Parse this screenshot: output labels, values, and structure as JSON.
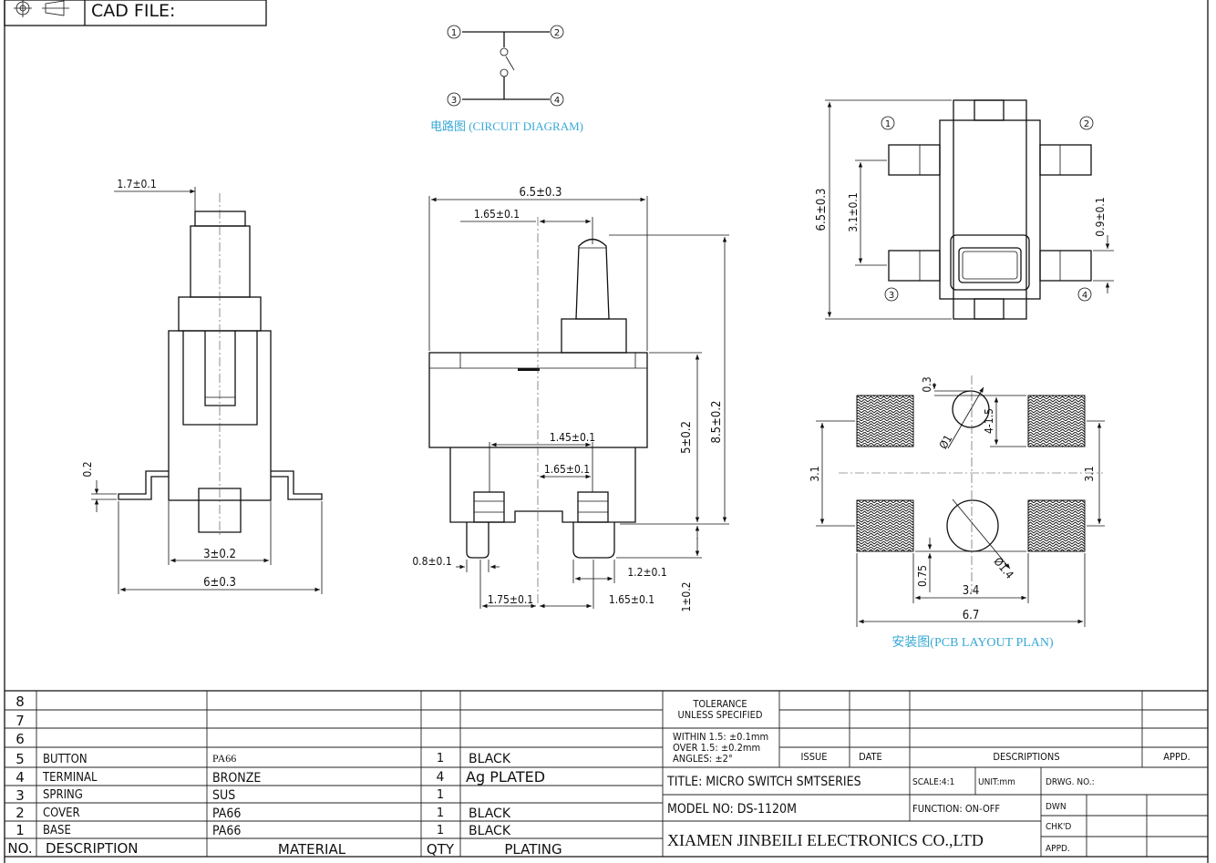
{
  "header": {
    "cad_label": "CAD FILE:"
  },
  "circuit": {
    "caption": "电路图 (CIRCUIT DIAGRAM)",
    "pins": [
      "1",
      "2",
      "3",
      "4"
    ]
  },
  "side_view": {
    "dims": {
      "top": "1.7±0.1",
      "thickness": "0.2",
      "pin_width": "3±0.2",
      "overall_width": "6±0.3"
    }
  },
  "front_view": {
    "dims": {
      "width": "6.5±0.3",
      "offset": "1.65±0.1",
      "body_height": "5±0.2",
      "total_height": "8.5±0.2",
      "pin_spacing_a": "1.45±0.1",
      "pin_spacing_b": "1.65±0.1",
      "pin_width_a": "0.8±0.1",
      "pin_width_b": "1.2±0.1",
      "base_left": "1.75±0.1",
      "base_right": "1.65±0.1",
      "pin_height": "1±0.2"
    }
  },
  "top_view": {
    "pins": [
      "1",
      "2",
      "3",
      "4"
    ],
    "dims": {
      "length": "6.5±0.3",
      "pad_span": "3.1±0.1",
      "pad_width": "0.9±0.1"
    }
  },
  "pcb": {
    "caption": "安装图(PCB LAYOUT PLAN)",
    "dims": {
      "top_gap": "0.3",
      "small_hole": "Ø1",
      "hole_offset": "4-1.5",
      "left_span": "3.1",
      "right_span": "3.1",
      "bottom_gap": "0.75",
      "large_hole": "Ø1.4",
      "inner": "3.4",
      "overall": "6.7"
    }
  },
  "bom": {
    "rows": [
      {
        "no": "8",
        "desc": "",
        "material": "",
        "qty": "",
        "plating": ""
      },
      {
        "no": "7",
        "desc": "",
        "material": "",
        "qty": "",
        "plating": ""
      },
      {
        "no": "6",
        "desc": "",
        "material": "",
        "qty": "",
        "plating": ""
      },
      {
        "no": "5",
        "desc": "BUTTON",
        "material": "PA66",
        "qty": "1",
        "plating": "BLACK"
      },
      {
        "no": "4",
        "desc": "TERMINAL",
        "material": "BRONZE",
        "qty": "4",
        "plating": "Ag PLATED"
      },
      {
        "no": "3",
        "desc": "SPRING",
        "material": "SUS",
        "qty": "1",
        "plating": ""
      },
      {
        "no": "2",
        "desc": "COVER",
        "material": "PA66",
        "qty": "1",
        "plating": "BLACK"
      },
      {
        "no": "1",
        "desc": "BASE",
        "material": "PA66",
        "qty": "1",
        "plating": "BLACK"
      }
    ],
    "headers": {
      "no": "NO.",
      "desc": "DESCRIPTION",
      "material": "MATERIAL",
      "qty": "QTY",
      "plating": "PLATING"
    }
  },
  "title_block": {
    "tolerance_l1": "TOLERANCE",
    "tolerance_l2": "UNLESS SPECIFIED",
    "within_l1": "WITHIN 1.5: ±0.1mm",
    "within_l2": "OVER 1.5:  ±0.2mm",
    "angles": "ANGLES: ±2°",
    "issue": "ISSUE",
    "date": "DATE",
    "descriptions": "DESCRIPTIONS",
    "appd_header": "APPD.",
    "title": "TITLE: MICRO SWITCH SMTSERIES",
    "scale": "SCALE:4:1",
    "unit": "UNIT:mm",
    "drwg_no": "DRWG. NO.:",
    "model": "MODEL NO: DS-1120M",
    "function": "FUNCTION: ON-OFF",
    "dwn": "DWN",
    "chkd": "CHK'D",
    "appd": "APPD.",
    "company": "XIAMEN JINBEILI ELECTRONICS CO.,LTD"
  }
}
